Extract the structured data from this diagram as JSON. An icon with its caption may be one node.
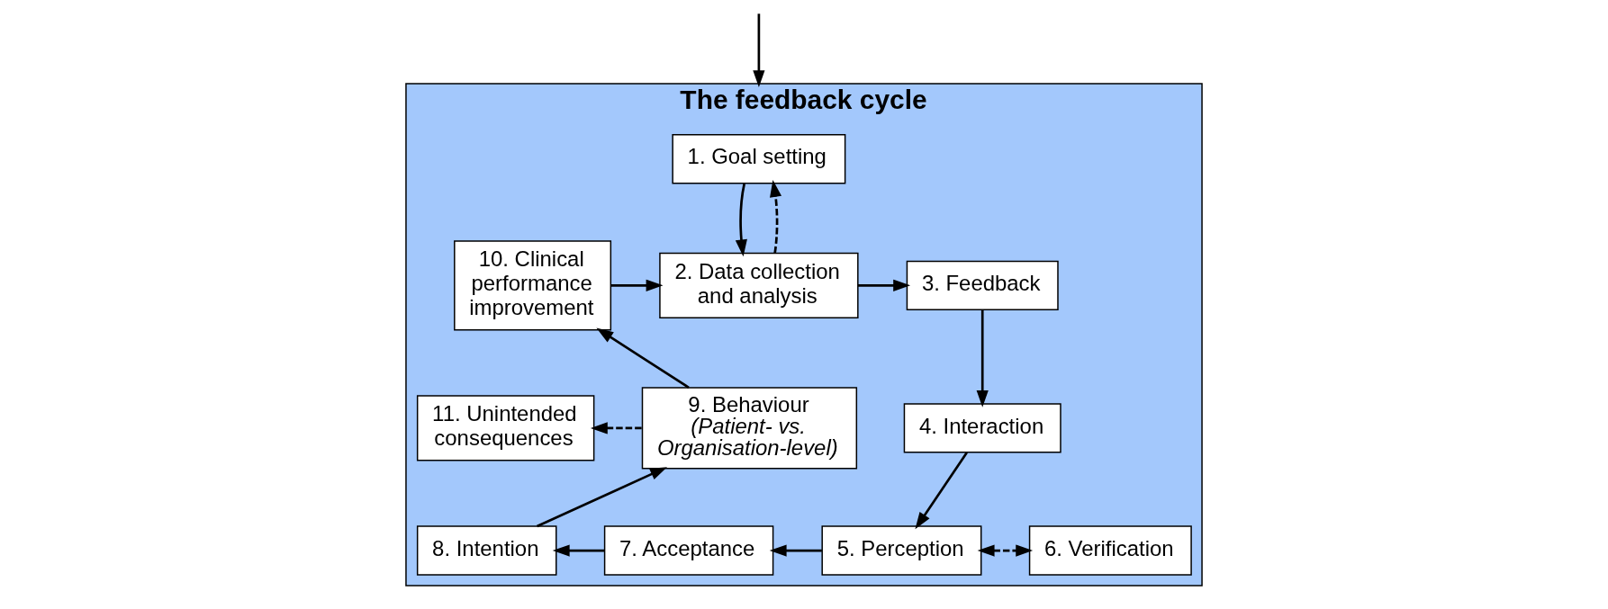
{
  "diagram": {
    "nodes": [
      {
        "text": [
          "The feedback cycle"
        ]
      },
      {
        "text": [
          "1. Goal setting"
        ],
        "in": 0
      },
      {
        "text": [
          "2. Data collection and analysis"
        ],
        "in": 0
      },
      {
        "text": [
          "3. Feedback"
        ],
        "in": 0
      },
      {
        "text": [
          "4. Interaction"
        ],
        "in": 0
      },
      {
        "text": [
          "5. Perception"
        ],
        "in": 0
      },
      {
        "text": [
          "6. Verification"
        ],
        "in": 0
      },
      {
        "text": [
          "7. Acceptance"
        ],
        "in": 0
      },
      {
        "text": [
          "8. Intention"
        ],
        "in": 0
      },
      {
        "text": [
          "9. Behaviour",
          "(Patient- vs. Organisation-level)"
        ],
        "in": 0
      },
      {
        "text": [
          "10. Clinical performance improvement"
        ],
        "in": 0
      },
      {
        "text": [
          "11. Unintended consequences"
        ],
        "in": 0
      }
    ],
    "edges": [
      {
        "from": null,
        "to": 0,
        "arrow": "to"
      },
      {
        "from": 2,
        "to": 1,
        "arrow": "to",
        "style": "dashed"
      },
      {
        "from": 1,
        "to": 2,
        "arrow": "to"
      },
      {
        "from": 10,
        "to": 2,
        "arrow": "to"
      },
      {
        "from": 2,
        "to": 3,
        "arrow": "to"
      },
      {
        "from": 3,
        "to": 4,
        "arrow": "to"
      },
      {
        "from": 4,
        "to": 5,
        "arrow": "to"
      },
      {
        "from": 5,
        "to": 6,
        "arrow": "both",
        "style": "dashed"
      },
      {
        "from": 5,
        "to": 7,
        "arrow": "to"
      },
      {
        "from": 7,
        "to": 8,
        "arrow": "to"
      },
      {
        "from": 8,
        "to": 9,
        "arrow": "to"
      },
      {
        "from": 9,
        "to": 10,
        "arrow": "to"
      },
      {
        "from": 9,
        "to": 11,
        "arrow": "to",
        "style": "dashed"
      }
    ]
  }
}
